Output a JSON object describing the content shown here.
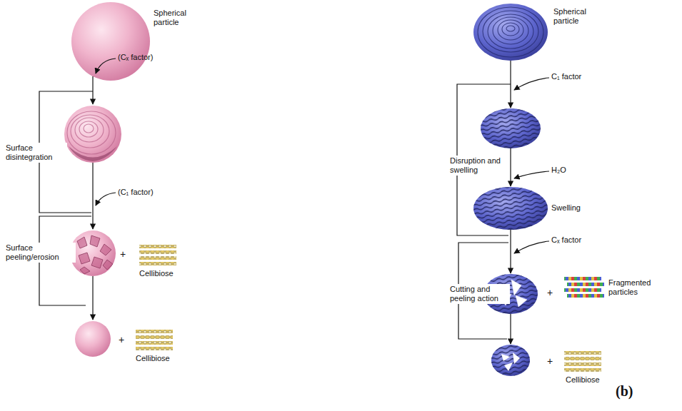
{
  "diagram": {
    "labels": [
      "Spherical particle",
      "(Cₓ factor)",
      "Surface disintegration",
      "(C₁ factor)",
      "Surface peeling/erosion",
      "+",
      "Cellibiose",
      "+",
      "Cellibiose",
      "Spherical particle",
      "C₁ factor",
      "Disruption and swelling",
      "H₂O",
      "Swelling",
      "Cₓ factor",
      "Cutting and peeling action",
      "+",
      "Fragmented particles",
      "+",
      "Cellibiose",
      "(b)"
    ]
  }
}
